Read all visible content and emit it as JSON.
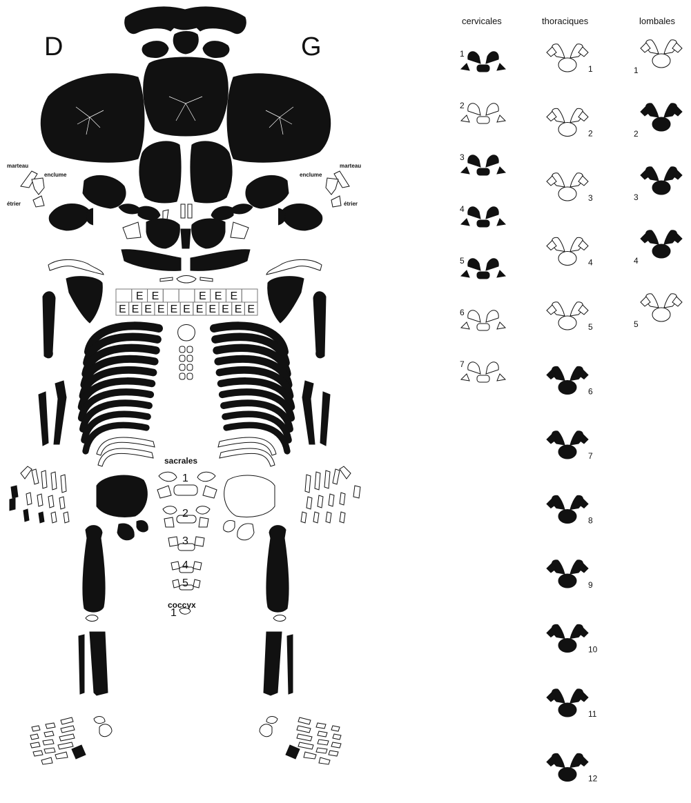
{
  "labels": {
    "right_side": "D",
    "left_side": "G",
    "ossicles_right": {
      "malleus": "marteau",
      "incus": "enclume",
      "stapes": "étrier"
    },
    "ossicles_left": {
      "malleus": "marteau",
      "incus": "enclume",
      "stapes": "étrier"
    },
    "sacral_title": "sacrales",
    "coccyx_title": "coccyx"
  },
  "sternum_table": {
    "row1": [
      "",
      "E",
      "E",
      "",
      "",
      "E",
      "E",
      "E",
      ""
    ],
    "row2": [
      "E",
      "E",
      "E",
      "E",
      "E",
      "E",
      "E",
      "E",
      "E",
      "E",
      "E"
    ]
  },
  "sacral_numbers": [
    "1",
    "2",
    "3",
    "4",
    "5"
  ],
  "coccyx_numbers": [
    "1"
  ],
  "vertebrae": {
    "cervical": {
      "title": "cervicales",
      "numbers": [
        "1",
        "2",
        "3",
        "4",
        "5",
        "6",
        "7"
      ]
    },
    "thoracic": {
      "title": "thoraciques",
      "numbers": [
        "1",
        "2",
        "3",
        "4",
        "5",
        "6",
        "7",
        "8",
        "9",
        "10",
        "11",
        "12"
      ]
    },
    "lumbar": {
      "title": "lombales",
      "numbers": [
        "1",
        "2",
        "3",
        "4",
        "5"
      ]
    }
  },
  "colors": {
    "present_bone": "#111111",
    "absent_bone": "#ffffff",
    "outline": "#111111"
  }
}
